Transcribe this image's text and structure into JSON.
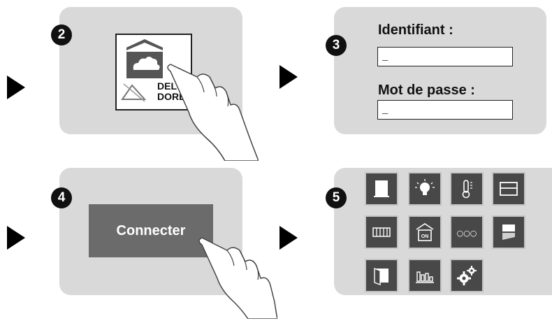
{
  "steps": {
    "s2": {
      "number": "2",
      "brand": {
        "line1": "DELTA",
        "line2": "DORE"
      }
    },
    "s3": {
      "number": "3",
      "identifiant_label": "Identifiant :",
      "identifiant_value": "_",
      "password_label": "Mot de passe :",
      "password_value": "_"
    },
    "s4": {
      "number": "4",
      "button_label": "Connecter"
    },
    "s5": {
      "number": "5",
      "tiles": [
        "shutter-icon",
        "light-bulb-icon",
        "thermometer-icon",
        "window-blind-icon",
        "radiator-icon",
        "home-on-icon",
        "more-dots-icon",
        "scene-icon",
        "door-icon",
        "energy-bars-icon",
        "settings-gears-icon"
      ],
      "on_text": "ON",
      "dots_text": "○○○"
    }
  }
}
